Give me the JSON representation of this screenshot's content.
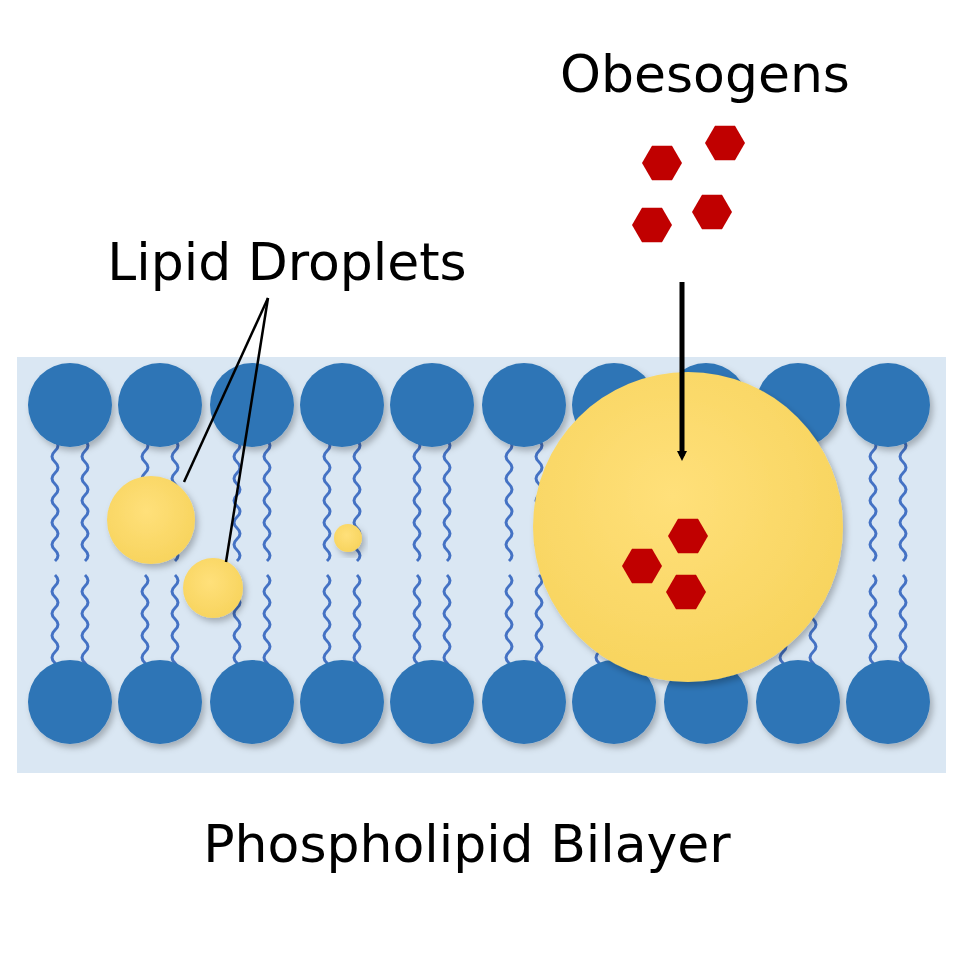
{
  "diagram": {
    "labels": [
      "Obesogens",
      "Lipid Droplets",
      "Phospholipid Bilayer"
    ]
  }
}
